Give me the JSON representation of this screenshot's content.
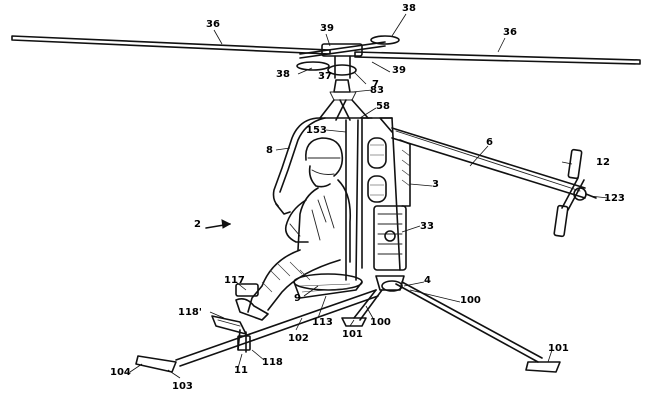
{
  "labels": {
    "n36a": "36",
    "n36b": "36",
    "n38a": "38",
    "n38b": "38",
    "n39a": "39",
    "n39b": "39",
    "n37": "37",
    "n7": "7",
    "n83": "83",
    "n58": "58",
    "n153": "153",
    "n6": "6",
    "n8": "8",
    "n12": "12",
    "n3": "3",
    "n123": "123",
    "n2": "2",
    "n33": "33",
    "n117": "117",
    "n4": "4",
    "n9": "9",
    "n100a": "100",
    "n100b": "100",
    "n118p": "118'",
    "n113": "113",
    "n101a": "101",
    "n101b": "101",
    "n102": "102",
    "n118": "118",
    "n11": "11",
    "n104": "104",
    "n103": "103"
  }
}
